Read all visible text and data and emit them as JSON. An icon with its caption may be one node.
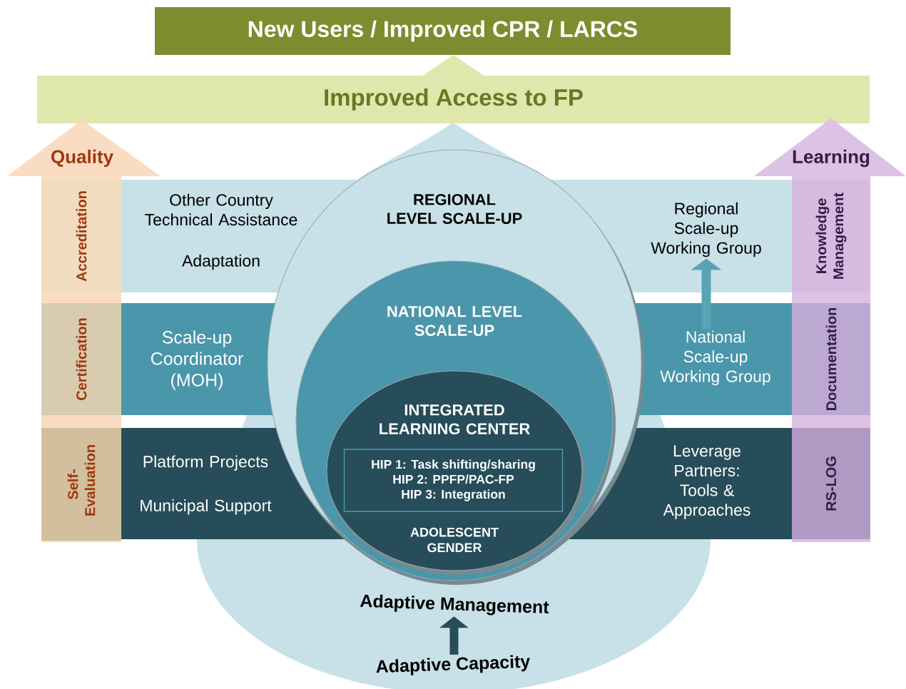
{
  "diagram": {
    "nodes": [
      {
        "text": [
          "New Users / Improved CPR / LARCS"
        ]
      },
      {
        "text": [
          "Improved Access to FP"
        ]
      },
      {
        "text": [
          "Quality"
        ]
      },
      {
        "text": [
          "Accreditation"
        ],
        "in": 2
      },
      {
        "text": [
          "Certification"
        ],
        "in": 2
      },
      {
        "text": [
          "Self-Evaluation"
        ],
        "in": 2
      },
      {
        "text": [
          "Learning"
        ]
      },
      {
        "text": [
          "Knowledge Management"
        ],
        "in": 6
      },
      {
        "text": [
          "Documentation"
        ],
        "in": 6
      },
      {
        "text": [
          "RS-LOG"
        ],
        "in": 6
      },
      {
        "text": [
          "Other Country Technical Assistance",
          "Adaptation"
        ]
      },
      {
        "text": [
          "Regional Scale-up Working Group"
        ]
      },
      {
        "text": [
          "Scale-up Coordinator (MOH)"
        ]
      },
      {
        "text": [
          "National Scale-up Working Group"
        ]
      },
      {
        "text": [
          "Platform Projects",
          "Municipal Support"
        ]
      },
      {
        "text": [
          "Leverage Partners: Tools & Approaches"
        ]
      },
      {
        "text": [
          "REGIONAL LEVEL SCALE-UP"
        ]
      },
      {
        "text": [
          "NATIONAL LEVEL SCALE-UP"
        ],
        "in": 16
      },
      {
        "text": [
          "INTEGRATED LEARNING CENTER",
          "ADOLESCENT GENDER"
        ],
        "in": 17
      },
      {
        "text": [
          "HIP 1: Task shifting/sharing",
          "HIP 2: PPFP/PAC-FP",
          "HIP 3: Integration"
        ],
        "in": 18
      },
      {
        "text": [
          "Adaptive Management"
        ]
      },
      {
        "text": [
          "Adaptive Capacity"
        ]
      }
    ],
    "edges": [
      {
        "from": 1,
        "to": 0,
        "arrow": "to",
        "color": "#dfe7ad"
      },
      {
        "from": 13,
        "to": 11,
        "arrow": "to",
        "color": "#5aa3b5"
      },
      {
        "from": 21,
        "to": 20,
        "arrow": "to",
        "color": "#264d59"
      }
    ]
  }
}
